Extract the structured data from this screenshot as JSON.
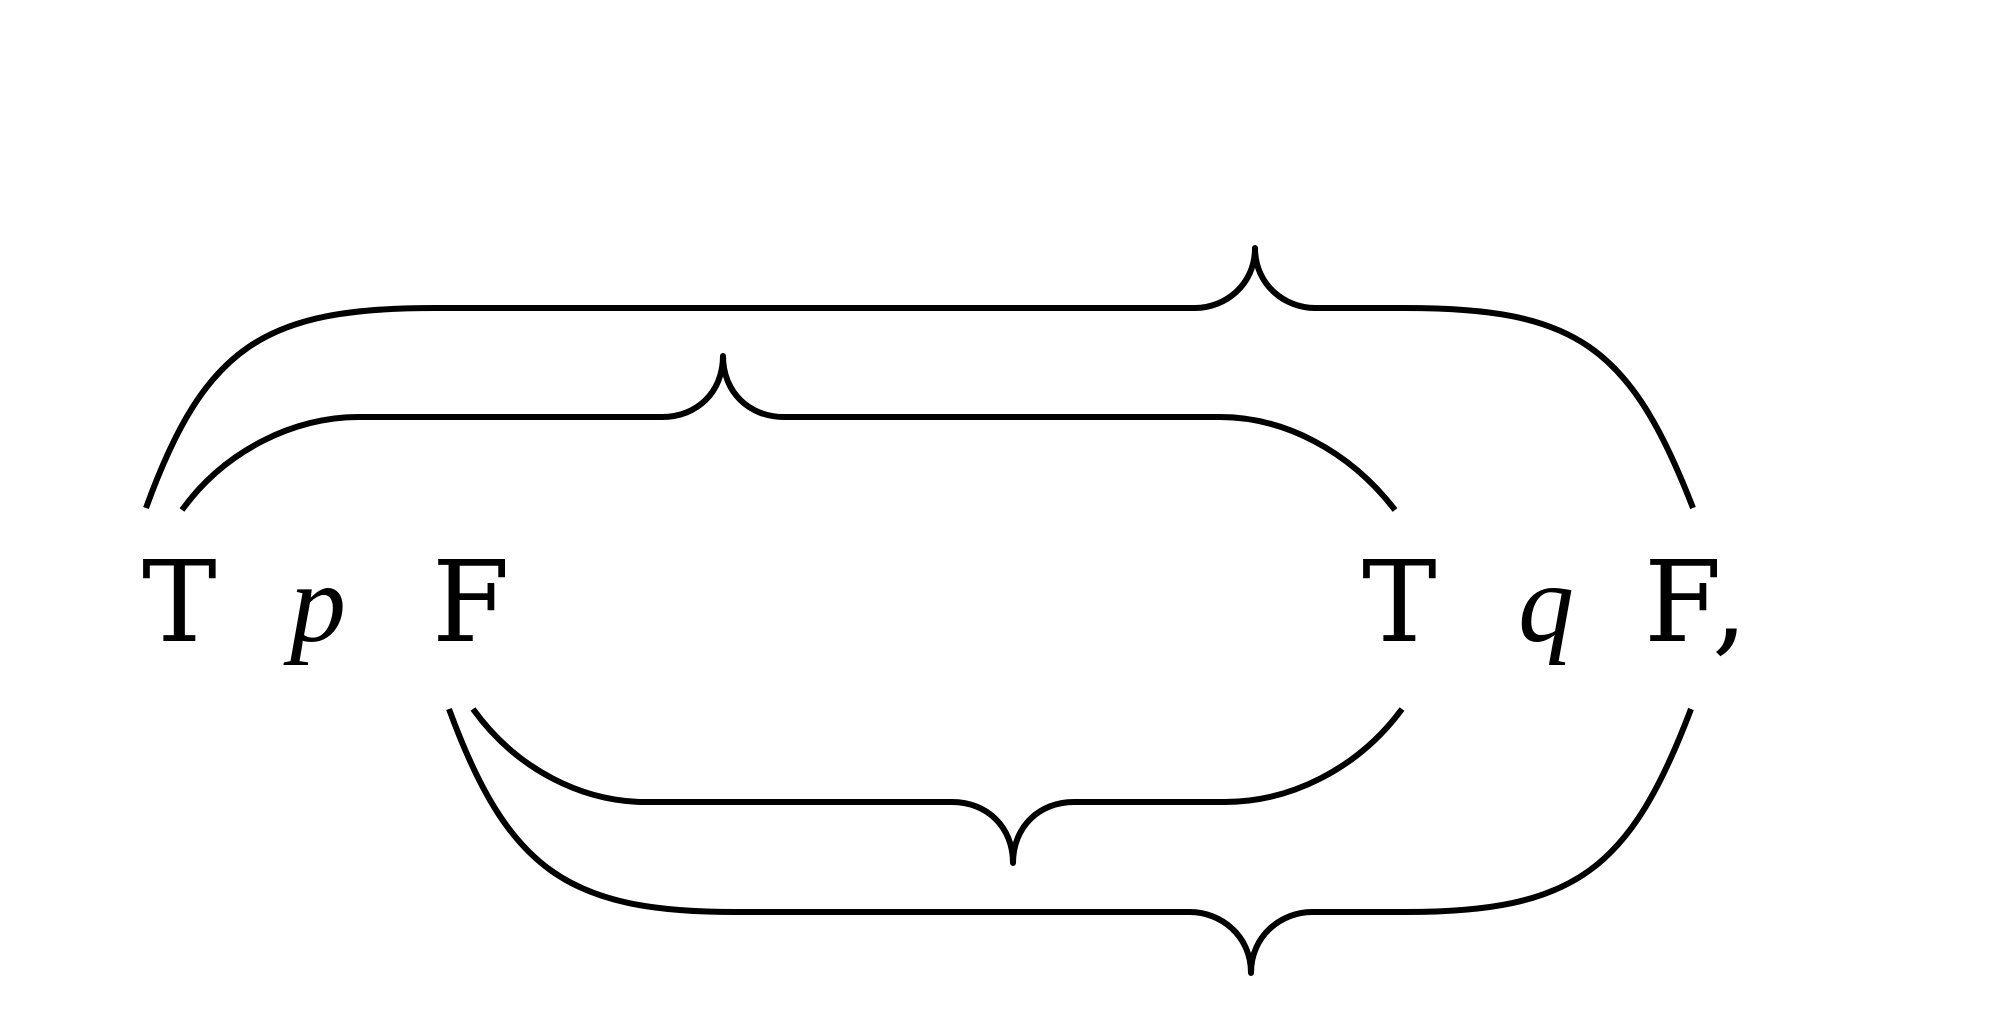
{
  "formula": {
    "left_true": "T",
    "left_var": "p",
    "left_false": "F",
    "right_true": "T",
    "right_var": "q",
    "right_false": "F",
    "trailing_comma": ","
  },
  "brackets": {
    "top": [
      {
        "from": "left_true",
        "to": "right_false",
        "level": "outer"
      },
      {
        "from": "left_true",
        "to": "right_true",
        "level": "inner"
      }
    ],
    "bottom": [
      {
        "from": "left_false",
        "to": "right_true",
        "level": "inner"
      },
      {
        "from": "left_false",
        "to": "right_false",
        "level": "outer"
      }
    ]
  }
}
